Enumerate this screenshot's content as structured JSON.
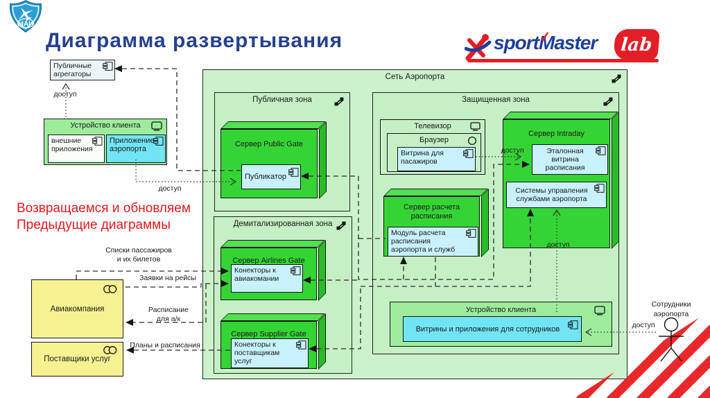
{
  "slide": {
    "title": "Диаграмма развертывания",
    "note_line1": "Возвращаемся и обновляем",
    "note_line2": "Предыдущие диаграммы"
  },
  "logos": {
    "mai": "МАИ",
    "sport": "sport",
    "m": "M",
    "m_accent": "✓",
    "aster": "aster",
    "lab": "lab"
  },
  "colors": {
    "title_blue": "#26418d",
    "note_red": "#e8191d",
    "brand_red": "#e21e26",
    "brand_blue": "#1d3f9a",
    "network_green": "#cbf2cb",
    "zone_green": "#c5efc5",
    "server_green": "#35d435",
    "device_green": "#9cec9c",
    "component_cyan_pale": "#c8f1fb",
    "component_cyan_bright": "#72e5f5",
    "partner_yellow": "#f6f292"
  },
  "external": {
    "public_aggregators": "Публичные агрегаторы",
    "client_device_title": "Устройство клиента",
    "external_apps": "внешние приложения",
    "airport_app": "Приложение аэропорта",
    "airline": "Авиакомпания",
    "suppliers": "Поставщики услуг",
    "staff_line1": "Сотрудники",
    "staff_line2": "аэропорта"
  },
  "network": {
    "title": "Сеть Аэропорта",
    "public_zone": {
      "title": "Публичная зона",
      "server": "Сервер Public Gate",
      "publisher": "Публикатор"
    },
    "dmz": {
      "title": "Демитализированная  зона",
      "airlines_server": "Сервер Airlines Gate",
      "airlines_connectors": "Конекторы к авиакомании",
      "supplier_server": "Сервер Supplier Gate",
      "supplier_connectors": "Конекторы к поставщикам услуг"
    },
    "secure": {
      "title": "Защищенная  зона",
      "tv": "Телевизор",
      "browser": "Браузер",
      "passenger_showcase": "Витрина для пасажиров",
      "intraday_server": "Сервер Intraday",
      "reference_showcase": "Эталонная витрина расписания",
      "mgmt_systems": "Системы управления службами аэропорта",
      "calc_server": "Сервер расчета расписания",
      "calc_module": "Модуль расчета расписания аэропорта и служб",
      "staff_device": "Устройство клиента",
      "staff_showcases": "Витрины и приложения для сотрудников"
    }
  },
  "edges": {
    "access": "доступ",
    "passenger_lists_1": "Списки пассажиров",
    "passenger_lists_2": "и их билетов",
    "flight_requests": "Заявки на рейсы",
    "schedule_1": "Расписание",
    "schedule_2": "для а/к",
    "plans": "Планы и расписания"
  }
}
